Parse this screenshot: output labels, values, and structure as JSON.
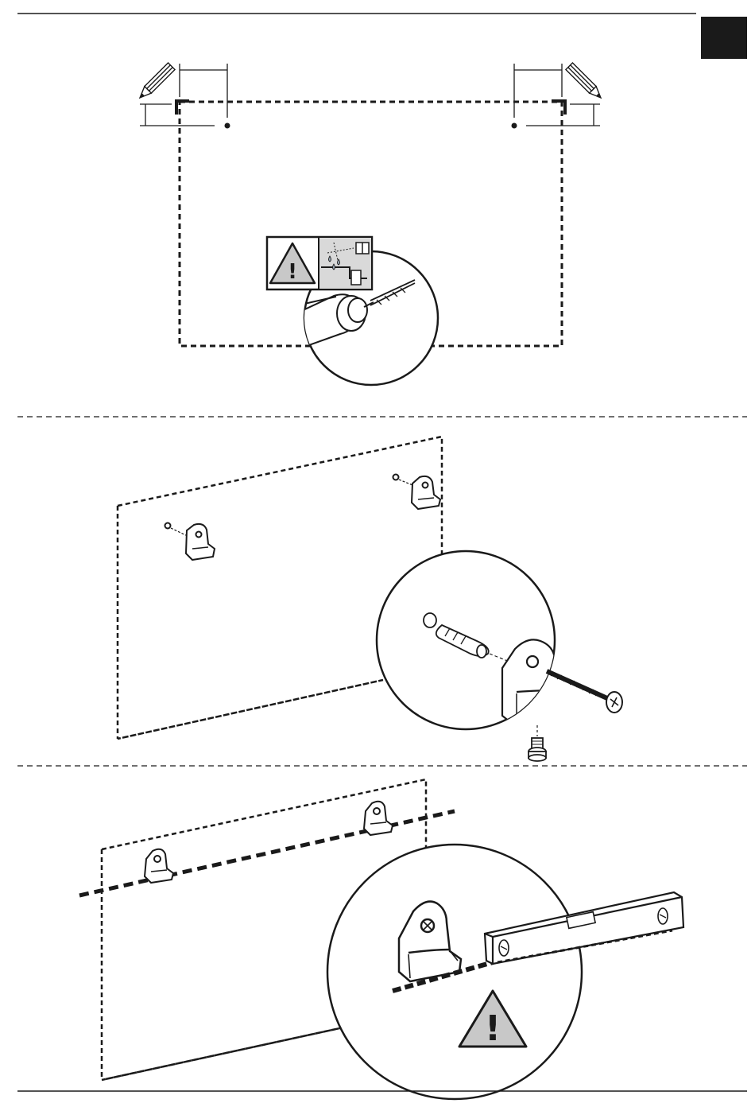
{
  "page": {
    "steps": [
      {
        "id": "mark-and-drill"
      },
      {
        "id": "fix-brackets"
      },
      {
        "id": "level-check"
      }
    ],
    "warnings": [
      {
        "step": 1,
        "mark": "!"
      },
      {
        "step": 3,
        "mark": "!"
      }
    ]
  },
  "colors": {
    "ink": "#1a1a1a",
    "paper": "#ffffff",
    "tab": "#1a1a1a",
    "icon_gray": "#c8c8c8",
    "water_blue": "#9aa7b5"
  },
  "icons": {
    "pencil": "pencil-icon",
    "drill": "drill-icon",
    "warning": "warning-triangle-icon",
    "cable_pipe": "cable-pipe-detector-icon",
    "bracket": "wall-bracket-icon",
    "wall_plug": "wall-plug-icon",
    "screw": "screw-icon",
    "bolt": "bolt-icon",
    "spirit_level": "spirit-level-icon"
  }
}
